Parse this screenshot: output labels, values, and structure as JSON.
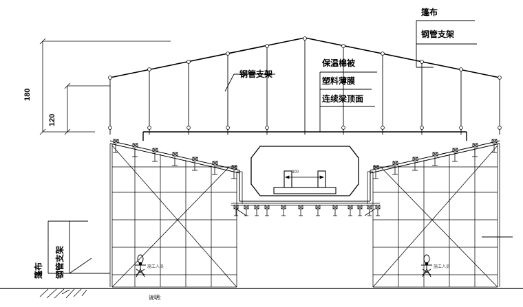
{
  "drawing": {
    "title_note": "说明:",
    "labels": {
      "tarp_top": "篷布",
      "pipe_bracket_top_right": "钢管支架",
      "pipe_bracket_mid": "钢管支架",
      "insulation_quilt": "保温棉被",
      "plastic_film": "塑料薄膜",
      "beam_top_surface": "连续梁顶面",
      "tarp_left": "篷布",
      "pipe_bracket_left": "钢管支架"
    },
    "dimensions": {
      "overall_height": "180",
      "inner_height": "120",
      "pier_span": "300"
    },
    "figure_notes": {
      "worker_left": "施工人员",
      "worker_right": "施工人员"
    },
    "colors": {
      "line": "#000000",
      "line_soft": "#222222",
      "background": "#ffffff"
    }
  }
}
